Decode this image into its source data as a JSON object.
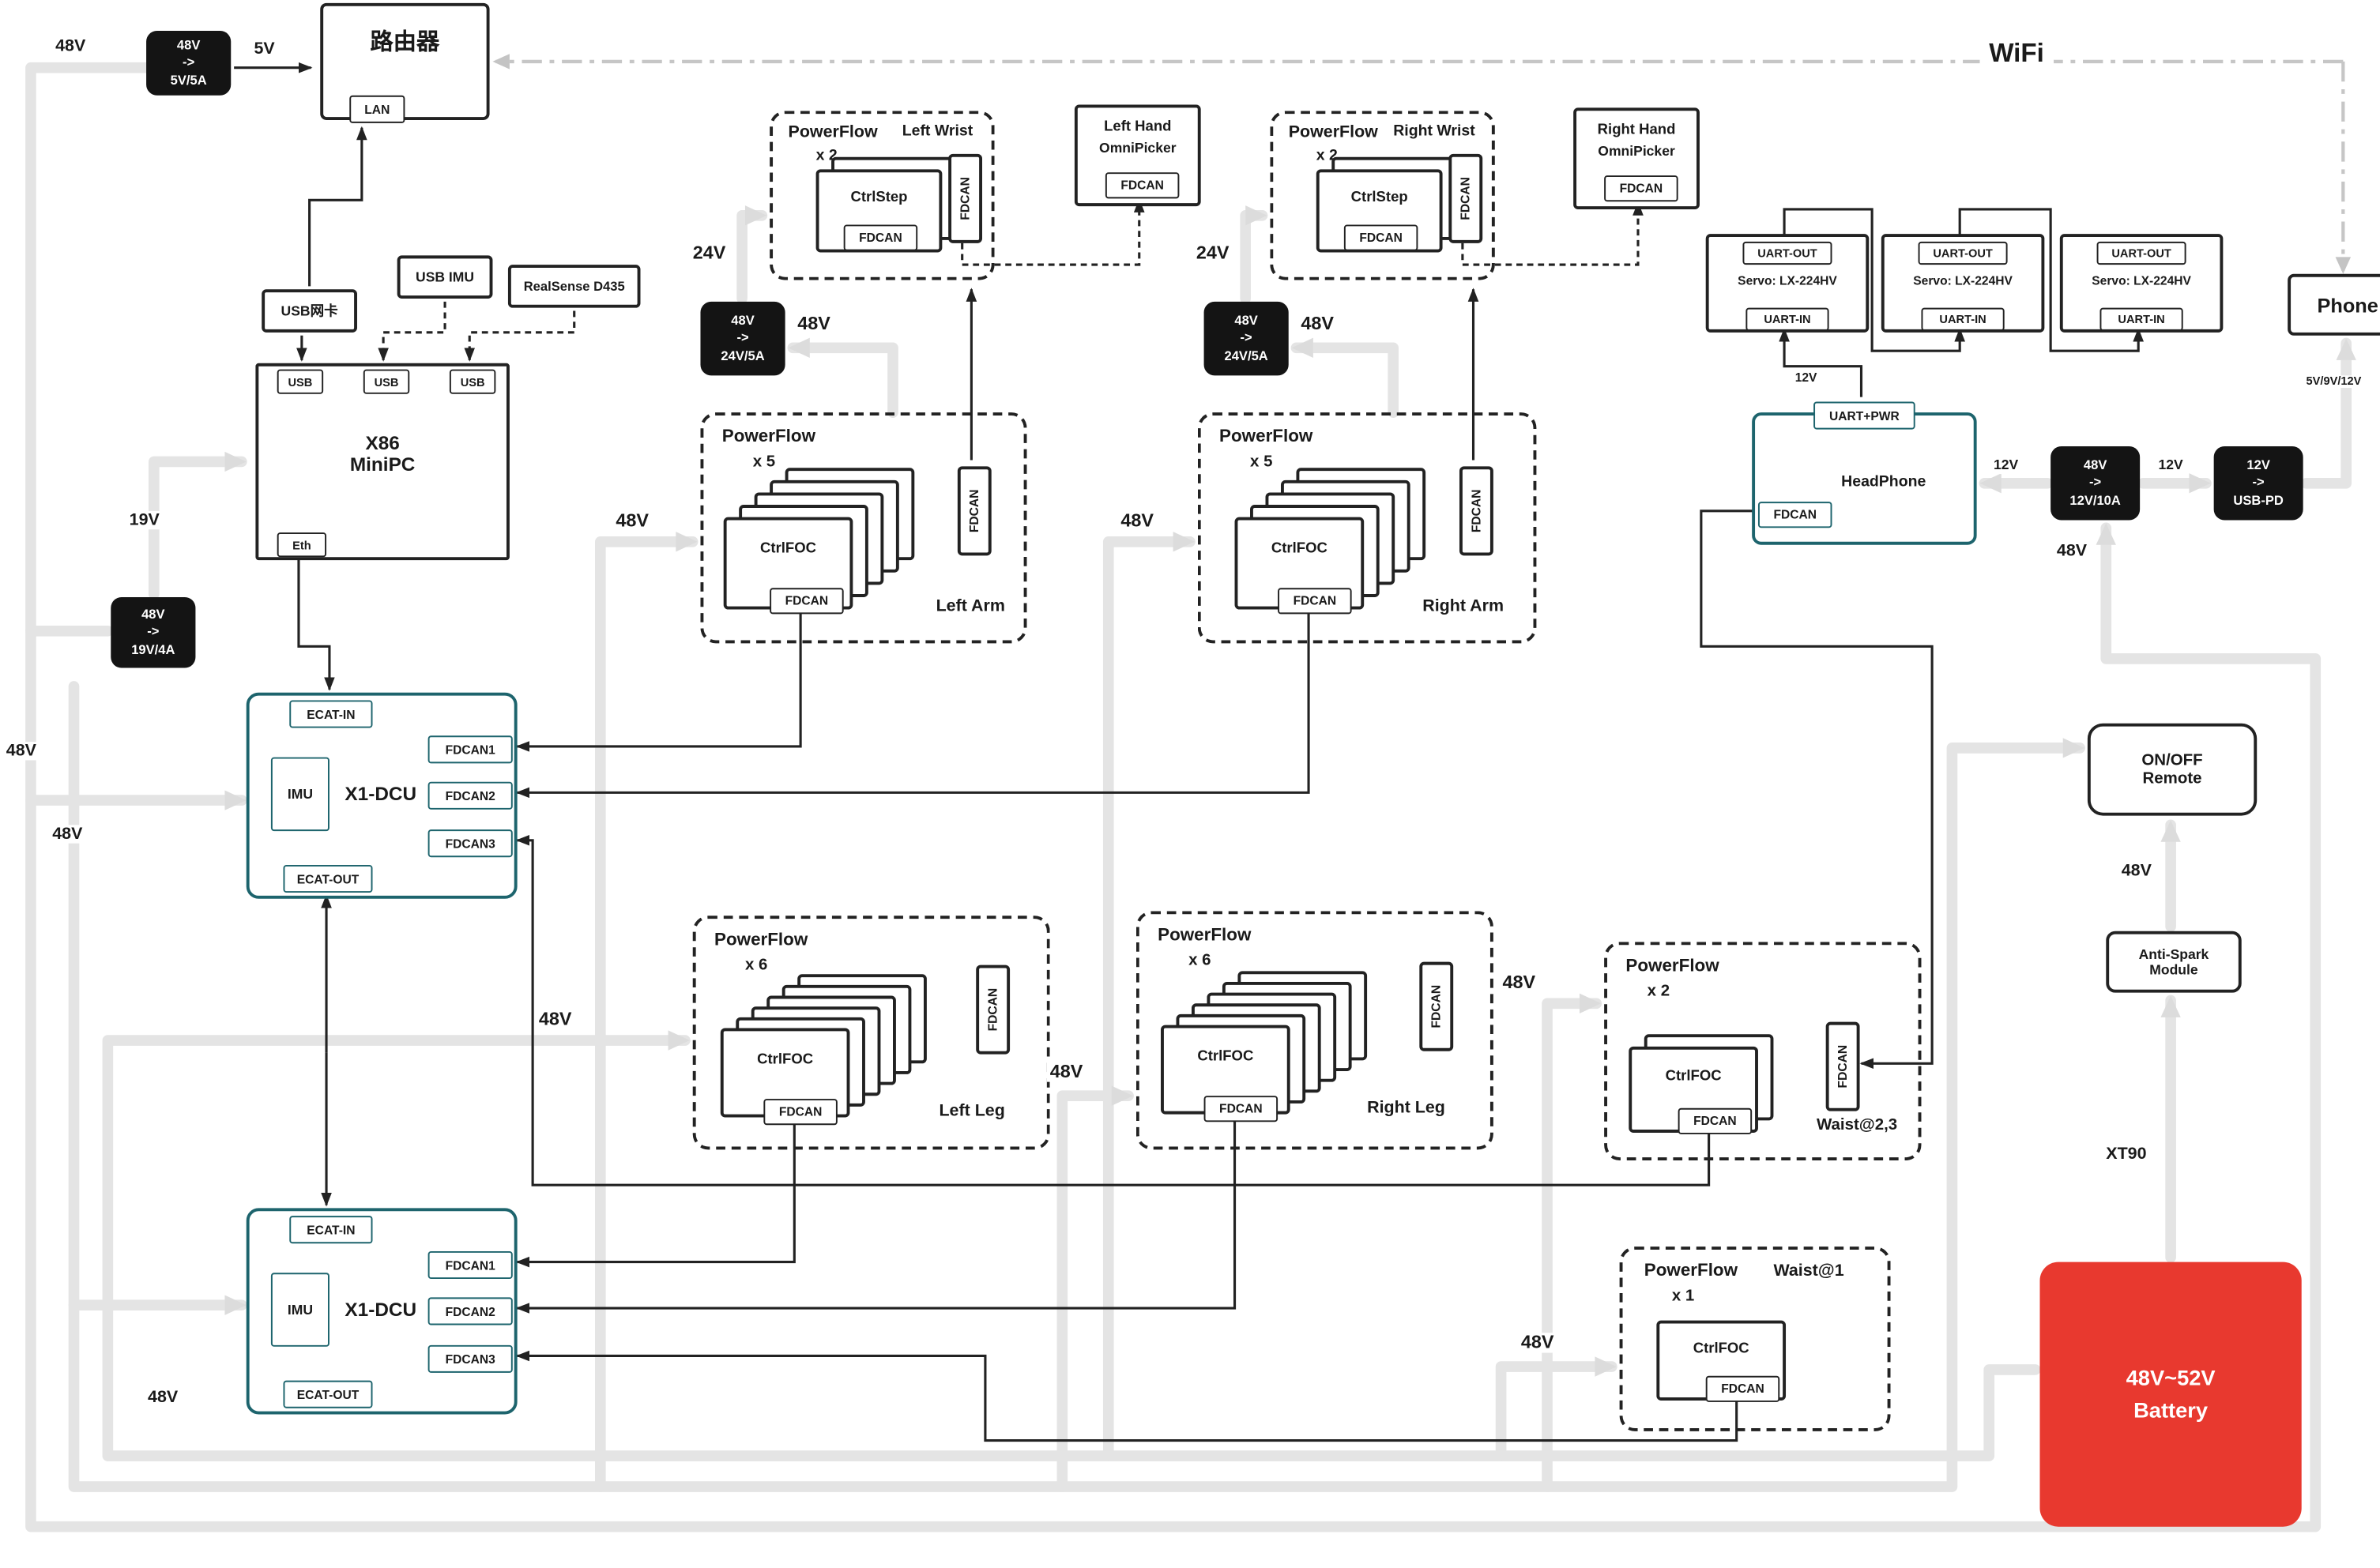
{
  "wifi_label": "WiFi",
  "router": {
    "title": "路由器",
    "lan": "LAN"
  },
  "converters": {
    "v5": "48V\n->\n5V/5A",
    "v19": "48V\n->\n19V/4A",
    "v24": "48V\n->\n24V/5A",
    "v12": "48V\n->\n12V/10A",
    "usb_pd": "12V\n->\nUSB-PD"
  },
  "peripherals": {
    "usb_nic": "USB网卡",
    "usb_imu": "USB IMU",
    "realsense": "RealSense D435"
  },
  "minipc": {
    "title": "X86\nMiniPC",
    "usb": "USB",
    "eth": "Eth"
  },
  "dcu": {
    "title": "X1-DCU",
    "imu": "IMU",
    "ecat_in": "ECAT-IN",
    "ecat_out": "ECAT-OUT",
    "fdcan1": "FDCAN1",
    "fdcan2": "FDCAN2",
    "fdcan3": "FDCAN3"
  },
  "powerflow": {
    "title": "PowerFlow",
    "fdcan": "FDCAN",
    "left_wrist": {
      "count": "x 2",
      "name": "Left Wrist",
      "ctrl": "CtrlStep"
    },
    "right_wrist": {
      "count": "x 2",
      "name": "Right Wrist",
      "ctrl": "CtrlStep"
    },
    "left_arm": {
      "count": "x 5",
      "name": "Left Arm",
      "ctrl": "CtrlFOC"
    },
    "right_arm": {
      "count": "x 5",
      "name": "Right Arm",
      "ctrl": "CtrlFOC"
    },
    "left_leg": {
      "count": "x 6",
      "name": "Left Leg",
      "ctrl": "CtrlFOC"
    },
    "right_leg": {
      "count": "x 6",
      "name": "Right Leg",
      "ctrl": "CtrlFOC"
    },
    "waist23": {
      "count": "x 2",
      "name": "Waist@2,3",
      "ctrl": "CtrlFOC"
    },
    "waist1": {
      "count": "x 1",
      "name": "Waist@1",
      "ctrl": "CtrlFOC"
    }
  },
  "hands": {
    "left_line1": "Left Hand",
    "right_line1": "Right Hand",
    "line2": "OmniPicker",
    "fdcan": "FDCAN"
  },
  "servo": {
    "uart_out": "UART-OUT",
    "model": "Servo: LX-224HV",
    "uart_in": "UART-IN"
  },
  "headphone": {
    "uart_pwr": "UART+PWR",
    "name": "HeadPhone",
    "fdcan": "FDCAN"
  },
  "phone": {
    "label": "Phone"
  },
  "right_column": {
    "remote": "ON/OFF\nRemote",
    "anti_spark": "Anti-Spark\nModule",
    "battery": "48V~52V\nBattery"
  },
  "labels": {
    "v48_top": "48V",
    "v5_out": "5V",
    "v19": "19V",
    "v48_left_upper": "48V",
    "v48_left_mid": "48V",
    "v48_left_lower": "48V",
    "v24_left": "24V",
    "v48_conv24_left": "48V",
    "v24_right": "24V",
    "v48_conv24_right": "48V",
    "v48_left_arm": "48V",
    "v48_right_arm": "48V",
    "v48_left_leg": "48V",
    "v48_right_leg": "48V",
    "v48_waist23": "48V",
    "v48_waist1": "48V",
    "v12_headphone": "12V",
    "v12_usbpd": "12V",
    "v12_servo": "12V",
    "v48_conv12": "48V",
    "phone_power": "5V/9V/12V",
    "v48_remote": "48V",
    "xt90": "XT90"
  }
}
